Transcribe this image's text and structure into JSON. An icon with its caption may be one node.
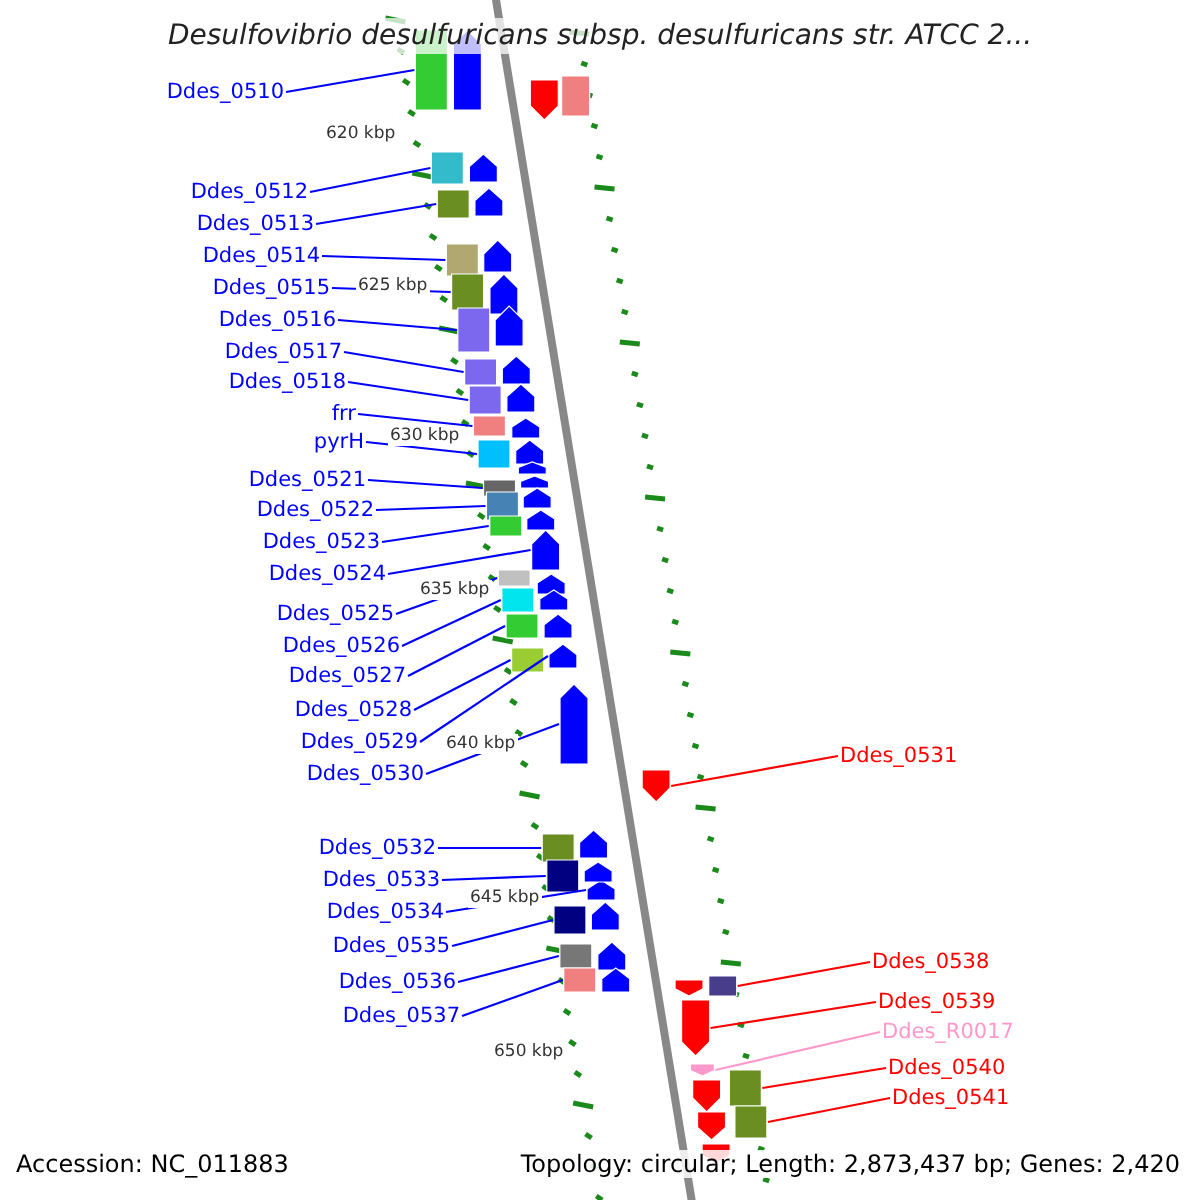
{
  "diagram": {
    "title": "Desulfovibrio desulfuricans subsp. desulfuricans str. ATCC 2...",
    "nodes": [
      {
        "text": [
          "Ddes_0510"
        ]
      },
      {
        "text": [
          "Ddes_0512"
        ]
      },
      {
        "text": [
          "Ddes_0513"
        ]
      },
      {
        "text": [
          "Ddes_0514"
        ]
      },
      {
        "text": [
          "Ddes_0515"
        ]
      },
      {
        "text": [
          "Ddes_0516"
        ]
      },
      {
        "text": [
          "Ddes_0517"
        ]
      },
      {
        "text": [
          "Ddes_0518"
        ]
      },
      {
        "text": [
          "frr"
        ]
      },
      {
        "text": [
          "pyrH"
        ]
      },
      {
        "text": [
          "Ddes_0521"
        ]
      },
      {
        "text": [
          "Ddes_0522"
        ]
      },
      {
        "text": [
          "Ddes_0523"
        ]
      },
      {
        "text": [
          "Ddes_0524"
        ]
      },
      {
        "text": [
          "Ddes_0525"
        ]
      },
      {
        "text": [
          "Ddes_0526"
        ]
      },
      {
        "text": [
          "Ddes_0527"
        ]
      },
      {
        "text": [
          "Ddes_0528"
        ]
      },
      {
        "text": [
          "Ddes_0529"
        ]
      },
      {
        "text": [
          "Ddes_0530"
        ]
      },
      {
        "text": [
          "Ddes_0532"
        ]
      },
      {
        "text": [
          "Ddes_0533"
        ]
      },
      {
        "text": [
          "Ddes_0534"
        ]
      },
      {
        "text": [
          "Ddes_0535"
        ]
      },
      {
        "text": [
          "Ddes_0536"
        ]
      },
      {
        "text": [
          "Ddes_0537"
        ]
      },
      {
        "text": [
          "Ddes_0531"
        ]
      },
      {
        "text": [
          "Ddes_0538"
        ]
      },
      {
        "text": [
          "Ddes_0539"
        ]
      },
      {
        "text": [
          "Ddes_R0017"
        ]
      },
      {
        "text": [
          "Ddes_0540"
        ]
      },
      {
        "text": [
          "Ddes_0541"
        ]
      },
      {
        "text": [],
        "shape": "box"
      },
      {
        "text": [],
        "shape": "box"
      },
      {
        "text": [],
        "shape": "box"
      },
      {
        "text": [],
        "shape": "box"
      },
      {
        "text": [],
        "shape": "box"
      },
      {
        "text": [],
        "shape": "box"
      },
      {
        "text": [],
        "shape": "box"
      },
      {
        "text": [],
        "shape": "box"
      },
      {
        "text": [],
        "shape": "box"
      },
      {
        "text": [],
        "shape": "box"
      },
      {
        "text": [],
        "shape": "box"
      },
      {
        "text": [],
        "shape": "box"
      },
      {
        "text": [],
        "shape": "box"
      },
      {
        "text": [],
        "shape": "arrow"
      },
      {
        "text": [],
        "shape": "box"
      },
      {
        "text": [],
        "shape": "box"
      },
      {
        "text": [],
        "shape": "box"
      },
      {
        "text": [],
        "shape": "box"
      },
      {
        "text": [],
        "shape": "arrow"
      },
      {
        "text": [],
        "shape": "arrow"
      },
      {
        "text": [],
        "shape": "box"
      },
      {
        "text": [],
        "shape": "box"
      },
      {
        "text": [],
        "shape": "arrow"
      },
      {
        "text": [],
        "shape": "box"
      },
      {
        "text": [],
        "shape": "box"
      },
      {
        "text": [],
        "shape": "box"
      },
      {
        "text": [],
        "shape": "arrow"
      },
      {
        "text": [],
        "shape": "box"
      },
      {
        "text": [],
        "shape": "arrow"
      },
      {
        "text": [],
        "shape": "arrow"
      },
      {
        "text": [],
        "shape": "box"
      },
      {
        "text": [],
        "shape": "box"
      },
      {
        "text": [],
        "shape": "arrow"
      },
      {
        "text": [],
        "shape": "arrow"
      },
      {
        "text": [],
        "shape": "arrow"
      },
      {
        "text": [],
        "shape": "arrow"
      },
      {
        "text": [],
        "shape": "arrow"
      },
      {
        "text": [],
        "shape": "arrow"
      },
      {
        "text": [],
        "shape": "arrow"
      },
      {
        "text": [],
        "shape": "arrow"
      },
      {
        "text": [],
        "shape": "arrow"
      },
      {
        "text": [],
        "shape": "arrow"
      },
      {
        "text": [],
        "shape": "arrow"
      },
      {
        "text": [],
        "shape": "arrow"
      },
      {
        "text": [],
        "shape": "arrow"
      },
      {
        "text": [],
        "shape": "arrow"
      },
      {
        "text": [],
        "shape": "arrow"
      },
      {
        "text": [],
        "shape": "arrow"
      },
      {
        "text": [],
        "shape": "arrow"
      },
      {
        "text": [],
        "shape": "arrow"
      },
      {
        "text": [],
        "shape": "arrow"
      },
      {
        "text": [],
        "shape": "arrow"
      },
      {
        "text": [],
        "shape": "arrow"
      },
      {
        "text": [],
        "shape": "arrow"
      },
      {
        "text": [],
        "shape": "arrow"
      },
      {
        "text": [],
        "shape": "box"
      },
      {
        "text": [],
        "shape": "arrow"
      },
      {
        "text": [],
        "shape": "arrow"
      },
      {
        "text": [],
        "shape": "arrow"
      },
      {
        "text": [],
        "shape": "arrow"
      }
    ],
    "edges": [
      {
        "from": 0,
        "to": 32,
        "arrow": "none"
      },
      {
        "from": 1,
        "to": 33,
        "arrow": "none"
      },
      {
        "from": 2,
        "to": 34,
        "arrow": "none"
      },
      {
        "from": 3,
        "to": 35,
        "arrow": "none"
      },
      {
        "from": 4,
        "to": 36,
        "arrow": "none"
      },
      {
        "from": 5,
        "to": 37,
        "arrow": "none"
      },
      {
        "from": 6,
        "to": 38,
        "arrow": "none"
      },
      {
        "from": 7,
        "to": 39,
        "arrow": "none"
      },
      {
        "from": 8,
        "to": 40,
        "arrow": "none"
      },
      {
        "from": 9,
        "to": 41,
        "arrow": "none"
      },
      {
        "from": 10,
        "to": 42,
        "arrow": "none"
      },
      {
        "from": 11,
        "to": 43,
        "arrow": "none"
      },
      {
        "from": 12,
        "to": 44,
        "arrow": "none"
      },
      {
        "from": 13,
        "to": 45,
        "arrow": "none"
      },
      {
        "from": 14,
        "to": 46,
        "arrow": "none"
      },
      {
        "from": 15,
        "to": 47,
        "arrow": "none"
      },
      {
        "from": 16,
        "to": 48,
        "arrow": "none"
      },
      {
        "from": 17,
        "to": 49,
        "arrow": "none"
      },
      {
        "from": 18,
        "to": 50,
        "arrow": "none"
      },
      {
        "from": 19,
        "to": 51,
        "arrow": "none"
      },
      {
        "from": 20,
        "to": 52,
        "arrow": "none"
      },
      {
        "from": 21,
        "to": 53,
        "arrow": "none"
      },
      {
        "from": 22,
        "to": 54,
        "arrow": "none"
      },
      {
        "from": 23,
        "to": 55,
        "arrow": "none"
      },
      {
        "from": 24,
        "to": 56,
        "arrow": "none"
      },
      {
        "from": 25,
        "to": 57,
        "arrow": "none"
      },
      {
        "from": 26,
        "to": 58,
        "arrow": "none",
        "color": "#ff0000"
      },
      {
        "from": 27,
        "to": 59,
        "arrow": "none",
        "color": "#ff0000"
      },
      {
        "from": 28,
        "to": 60,
        "arrow": "none",
        "color": "#ff0000"
      },
      {
        "from": 29,
        "to": 61,
        "arrow": "none",
        "color": "#ff99cc"
      },
      {
        "from": 30,
        "to": 62,
        "arrow": "none",
        "color": "#ff0000"
      },
      {
        "from": 31,
        "to": 63,
        "arrow": "none",
        "color": "#ff0000"
      }
    ],
    "labels": [
      "620 kbp",
      "625 kbp",
      "630 kbp",
      "635 kbp",
      "640 kbp",
      "645 kbp",
      "650 kbp",
      "Accession: NC_011883",
      "Topology: circular; Length: 2,873,437 bp; Genes: 2,420"
    ]
  }
}
